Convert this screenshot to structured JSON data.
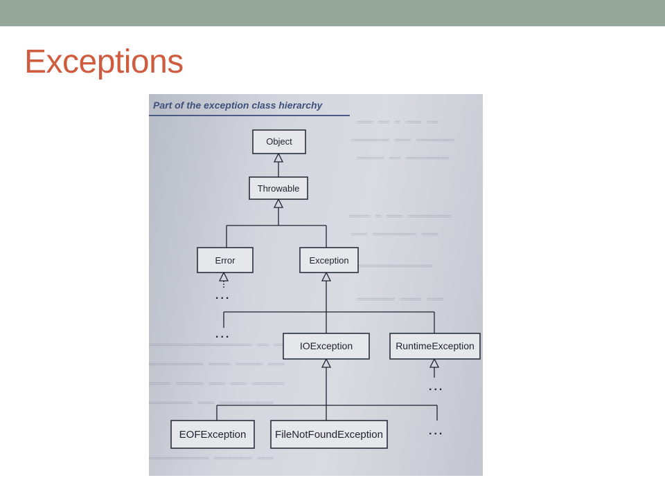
{
  "slide": {
    "title": "Exceptions"
  },
  "figure": {
    "caption": "Part of the exception class hierarchy",
    "nodes": {
      "object": "Object",
      "throwable": "Throwable",
      "error": "Error",
      "exception": "Exception",
      "ioexception": "IOException",
      "runtimeexception": "RuntimeException",
      "eofexception": "EOFException",
      "filenotfoundexception": "FileNotFoundException"
    },
    "ellipsis": "..."
  },
  "colors": {
    "title": "#d05c3f",
    "top_bar": "#94a799",
    "caption": "#3d4f7a"
  }
}
